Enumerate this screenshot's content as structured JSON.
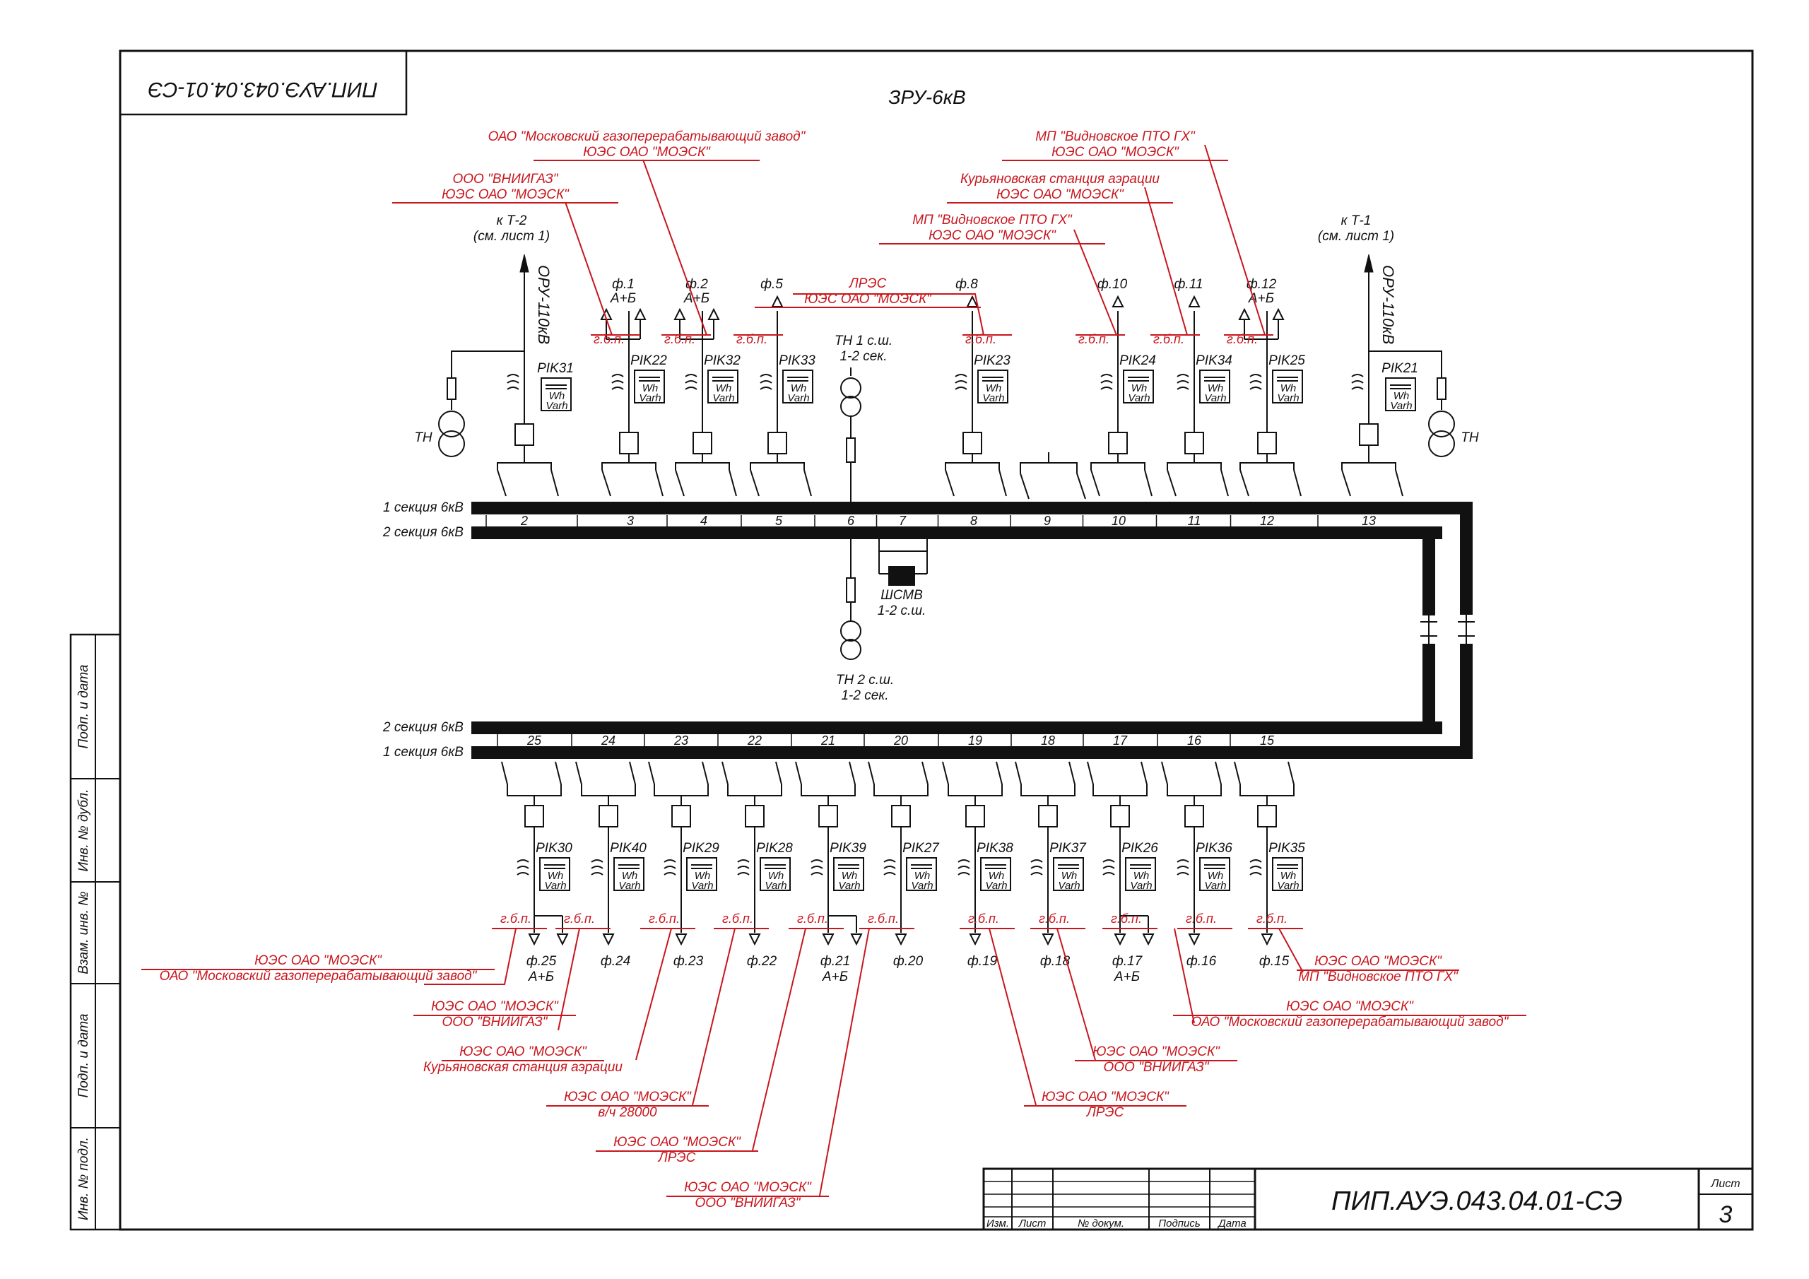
{
  "title_code": "ПИП.АУЭ.043.04.01-СЭ",
  "corner_stamp": "ПИП.АУЭ.043.04.01-СЭ",
  "diagram_title": "ЗРУ-6кВ",
  "sheet_label": "Лист",
  "sheet_number": "3",
  "stamp_columns": [
    "Изм.",
    "Лист",
    "№ докум.",
    "Подпись",
    "Дата"
  ],
  "side_labels": [
    "Подп. и дата",
    "Инв. № дубл.",
    "Взам. инв. №",
    "Подп. и дата",
    "Инв. № подл."
  ],
  "busbars": {
    "top_sec1": "1 секция 6кВ",
    "top_sec2": "2 секция 6кВ",
    "bot_sec2": "2 секция 6кВ",
    "bot_sec1": "1 секция 6кВ"
  },
  "incomers": [
    {
      "to": "к Т-2",
      "ref": "(см. лист 1)",
      "oru": "ОРУ-110кВ",
      "meter": "PIK31",
      "tn": "ТН"
    },
    {
      "to": "к Т-1",
      "ref": "(см. лист 1)",
      "oru": "ОРУ-110кВ",
      "meter": "PIK21",
      "tn": "ТН"
    }
  ],
  "meter_glyph": {
    "wh": "Wh",
    "varh": "Varh"
  },
  "vt_top": {
    "l1": "ТН 1 с.ш.",
    "l2": "1-2 сек."
  },
  "vt_bot": {
    "l1": "ТН 2 с.ш.",
    "l2": "1-2 сек."
  },
  "shsmv": {
    "l1": "ШСМВ",
    "l2": "1-2 с.ш."
  },
  "gbp": "г.б.п.",
  "top_cells": [
    "2",
    "3",
    "4",
    "5",
    "6",
    "7",
    "8",
    "9",
    "10",
    "11",
    "12",
    "13"
  ],
  "bottom_cells": [
    "25",
    "24",
    "23",
    "22",
    "21",
    "20",
    "19",
    "18",
    "17",
    "16",
    "15"
  ],
  "top_feeders": [
    {
      "name": "ф.1",
      "sub": "А+Б",
      "meter": "PIK22"
    },
    {
      "name": "ф.2",
      "sub": "А+Б",
      "meter": "PIK32"
    },
    {
      "name": "ф.5",
      "sub": "",
      "meter": "PIK33"
    },
    {
      "name": "ф.8",
      "sub": "",
      "meter": "PIK23"
    },
    {
      "name": "ф.10",
      "sub": "",
      "meter": "PIK24"
    },
    {
      "name": "ф.11",
      "sub": "",
      "meter": "PIK34"
    },
    {
      "name": "ф.12",
      "sub": "А+Б",
      "meter": "PIK25"
    }
  ],
  "bottom_feeders": [
    {
      "name": "ф.25",
      "sub": "А+Б",
      "meter": "PIK30"
    },
    {
      "name": "ф.24",
      "sub": "",
      "meter": "PIK40"
    },
    {
      "name": "ф.23",
      "sub": "",
      "meter": "PIK29"
    },
    {
      "name": "ф.22",
      "sub": "",
      "meter": "PIK28"
    },
    {
      "name": "ф.21",
      "sub": "А+Б",
      "meter": "PIK39"
    },
    {
      "name": "ф.20",
      "sub": "",
      "meter": "PIK27"
    },
    {
      "name": "ф.19",
      "sub": "",
      "meter": "PIK38"
    },
    {
      "name": "ф.18",
      "sub": "",
      "meter": "PIK37"
    },
    {
      "name": "ф.17",
      "sub": "А+Б",
      "meter": "PIK26"
    },
    {
      "name": "ф.16",
      "sub": "",
      "meter": "PIK36"
    },
    {
      "name": "ф.15",
      "sub": "",
      "meter": "PIK35"
    }
  ],
  "top_consumers": [
    {
      "l1": "ОАО \"Московский газоперерабатывающий завод\"",
      "l2": "ЮЭС ОАО \"МОЭСК\""
    },
    {
      "l1": "ООО \"ВНИИГАЗ\"",
      "l2": "ЮЭС ОАО \"МОЭСК\""
    },
    {
      "l1": "ЛРЭС",
      "l2": "ЮЭС ОАО \"МОЭСК\""
    },
    {
      "l1": "МП \"Видновское ПТО ГХ\"",
      "l2": "ЮЭС ОАО \"МОЭСК\""
    },
    {
      "l1": "Курьяновская станция аэрации",
      "l2": "ЮЭС ОАО \"МОЭСК\""
    },
    {
      "l1": "МП \"Видновское ПТО ГХ\"",
      "l2": "ЮЭС ОАО \"МОЭСК\""
    }
  ],
  "bottom_consumers": [
    {
      "l1": "ЮЭС ОАО \"МОЭСК\"",
      "l2": "ОАО \"Московский газоперерабатывающий завод\""
    },
    {
      "l1": "ЮЭС ОАО \"МОЭСК\"",
      "l2": "ООО \"ВНИИГАЗ\""
    },
    {
      "l1": "ЮЭС ОАО \"МОЭСК\"",
      "l2": "Курьяновская станция аэрации"
    },
    {
      "l1": "ЮЭС ОАО \"МОЭСК\"",
      "l2": "в/ч 28000"
    },
    {
      "l1": "ЮЭС ОАО \"МОЭСК\"",
      "l2": "ЛРЭС"
    },
    {
      "l1": "ЮЭС ОАО \"МОЭСК\"",
      "l2": "ООО \"ВНИИГАЗ\""
    },
    {
      "l1": "ЮЭС ОАО \"МОЭСК\"",
      "l2": "ЛРЭС"
    },
    {
      "l1": "ЮЭС ОАО \"МОЭСК\"",
      "l2": "ООО \"ВНИИГАЗ\""
    },
    {
      "l1": "ЮЭС ОАО \"МОЭСК\"",
      "l2": "ОАО \"Московский газоперерабатывающий завод\""
    },
    {
      "l1": "ЮЭС ОАО \"МОЭСК\"",
      "l2": "МП \"Видновское ПТО ГХ\""
    }
  ]
}
